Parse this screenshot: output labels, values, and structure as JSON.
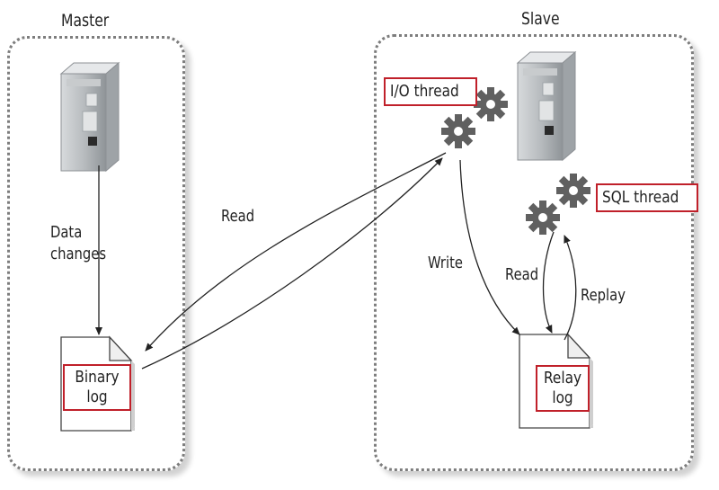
{
  "master": {
    "title": "Master"
  },
  "slave": {
    "title": "Slave"
  },
  "labels": {
    "data_changes_line1": "Data",
    "data_changes_line2": "changes",
    "read_master": "Read",
    "write": "Write",
    "read_relay": "Read",
    "replay": "Replay"
  },
  "threads": {
    "io": "I/O thread",
    "sql": "SQL thread"
  },
  "docs": {
    "binary_line1": "Binary",
    "binary_line2": "log",
    "relay_line1": "Relay",
    "relay_line2": "log"
  },
  "colors": {
    "box_border": "#7d7d7d",
    "highlight": "#c0202a",
    "gear": "#606060",
    "server": "#8f9498"
  },
  "icons": [
    "server-icon",
    "gear-icon",
    "document-icon"
  ]
}
